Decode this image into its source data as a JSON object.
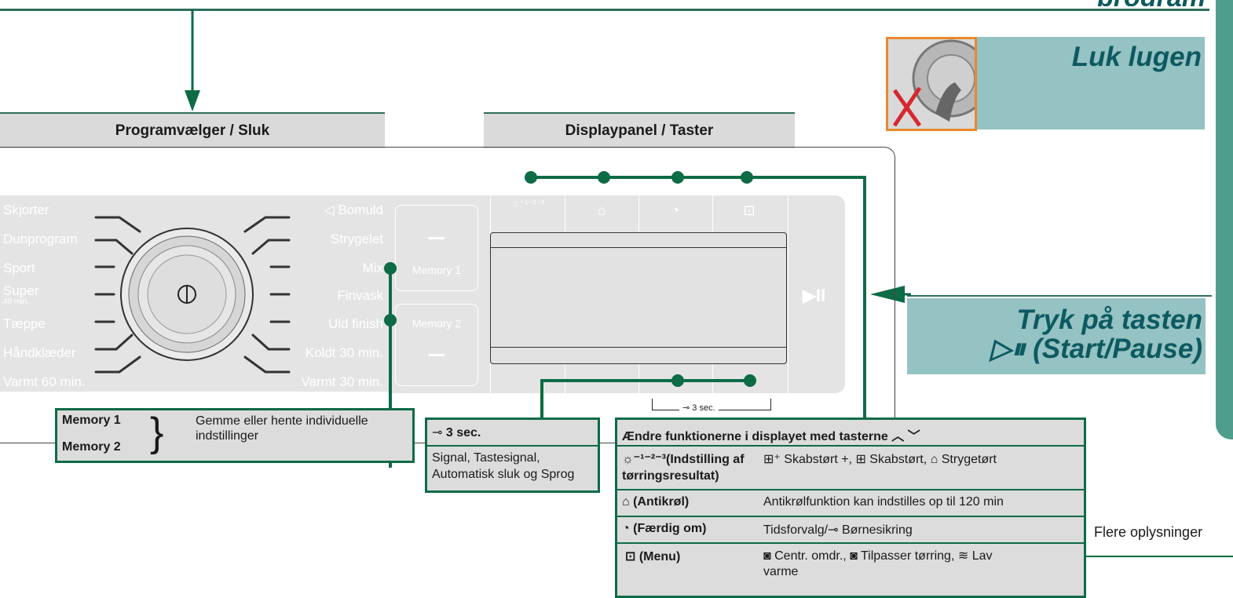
{
  "page": {
    "title_partial": "program"
  },
  "headers": {
    "programvaelger": "Programvælger / Sluk",
    "displaypanel": "Displaypanel / Taster"
  },
  "luk_lugen": {
    "title": "Luk lugen"
  },
  "tryk": {
    "line1": "Tryk på tasten",
    "line2": "▷⏸ (Start/Pause)"
  },
  "programs_left": [
    "Skjorter",
    "Dunprogram",
    "Sport",
    "Super",
    "Tæppe",
    "Håndklæder",
    "Varmt 60 min."
  ],
  "super_sub": "40 min.",
  "programs_right": [
    "◁ Bomuld",
    "Strygelet",
    "Mix",
    "Finvask",
    "Uld finish",
    "Koldt 30 min.",
    "Varmt 30 min."
  ],
  "keys": {
    "memory1": "Memory 1",
    "memory2": "Memory 2",
    "top_key_1_symbol": "☼⁻¹⁻²⁻³",
    "start_symbol": "▶II",
    "three_sec": "3 sec."
  },
  "memory_box": {
    "label1": "Memory 1",
    "label2": "Memory 2",
    "desc": "Gemme eller hente individuelle indstillinger"
  },
  "sec_box": {
    "title": "3 sec.",
    "desc": "Signal, Tastesignal, Automatisk sluk og Sprog"
  },
  "func_box": {
    "title": "Ændre funktionerne i displayet med tasterne  ︿ ﹀",
    "rows": [
      {
        "label": "☼⁻¹⁻²⁻³(Indstilling af tørringsresultat)",
        "value": "⊞⁺ Skabstørt +, ⊞ Skabstørt, ⌂ Strygetørt"
      },
      {
        "label": "⌂ (Antikrøl)",
        "value": "Antikrølfunktion kan indstilles op til 120 min"
      },
      {
        "label": "◔ (Færdig om)",
        "value": "Tidsforvalg/⊸ Børnesikring"
      },
      {
        "label": "⊡ (Menu)",
        "value": "◙ Centr. omdr., ◙ Tilpasser tørring, ≋ Lav varme"
      }
    ]
  },
  "footer": {
    "more_info": "Flere oplysninger"
  },
  "colors": {
    "accent_green": "#0d6b46",
    "teal_box": "#95c2c3",
    "teal_text": "#0c5a60",
    "panel_grey": "#e4e4e4"
  }
}
